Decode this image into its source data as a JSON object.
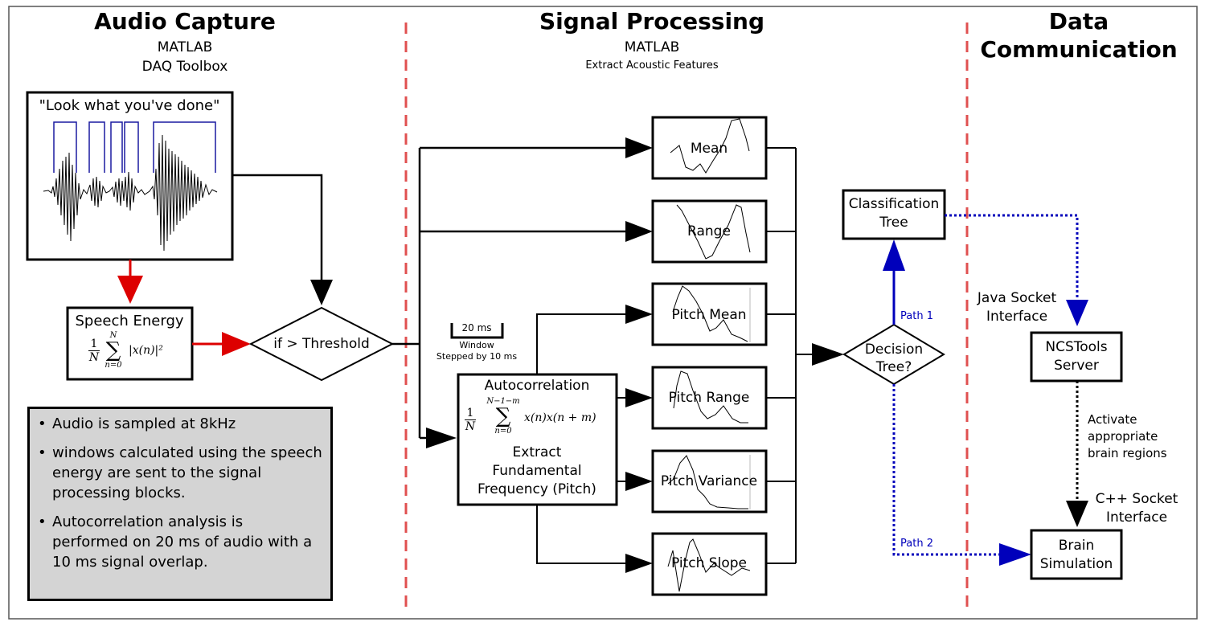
{
  "sections": {
    "audio_capture": {
      "title": "Audio Capture",
      "line1": "MATLAB",
      "line2": "DAQ Toolbox"
    },
    "signal_processing": {
      "title": "Signal Processing",
      "line1": "MATLAB",
      "line2": "Extract Acoustic Features"
    },
    "data_communication": {
      "title_line1": "Data",
      "title_line2": "Communication"
    }
  },
  "waveform": {
    "caption": "\"Look what you've done\""
  },
  "speech_energy": {
    "label": "Speech Energy",
    "formula_frac": "1",
    "formula_den": "N",
    "formula_sum_top": "N",
    "formula_sum_bottom": "n=0",
    "formula_body": "|x(n)|²"
  },
  "threshold": {
    "label": "if > Threshold"
  },
  "window": {
    "size": "20 ms",
    "label": "Window",
    "step": "Stepped by 10 ms"
  },
  "autocorrelation": {
    "title": "Autocorrelation",
    "formula_den": "N",
    "formula_sum_top": "N−1−m",
    "formula_sum_bottom": "n=0",
    "formula_body": "x(n)x(n + m)",
    "line1": "Extract",
    "line2": "Fundamental",
    "line3": "Frequency (Pitch)"
  },
  "features": [
    "Mean",
    "Range",
    "Pitch Mean",
    "Pitch Range",
    "Pitch Variance",
    "Pitch Slope"
  ],
  "classification_tree": {
    "line1": "Classification",
    "line2": "Tree"
  },
  "decision": {
    "line1": "Decision",
    "line2": "Tree?"
  },
  "paths": {
    "path1": "Path 1",
    "path2": "Path 2"
  },
  "java_socket": {
    "line1": "Java Socket",
    "line2": "Interface"
  },
  "ncstools": {
    "line1": "NCSTools",
    "line2": "Server"
  },
  "activate": {
    "line1": "Activate",
    "line2": "appropriate",
    "line3": "brain regions"
  },
  "cpp_socket": {
    "line1": "C++ Socket",
    "line2": "Interface"
  },
  "brain_sim": {
    "line1": "Brain",
    "line2": "Simulation"
  },
  "notes": [
    "Audio is sampled at 8kHz",
    "windows calculated using the speech energy are sent to the signal processing blocks.",
    "Autocorrelation analysis is performed on 20 ms of audio with a 10 ms signal overlap."
  ],
  "colors": {
    "red_arrow": "#dd0000",
    "blue_path": "#0000bb",
    "divider": "#e05050",
    "note_bg": "#d4d4d4"
  }
}
